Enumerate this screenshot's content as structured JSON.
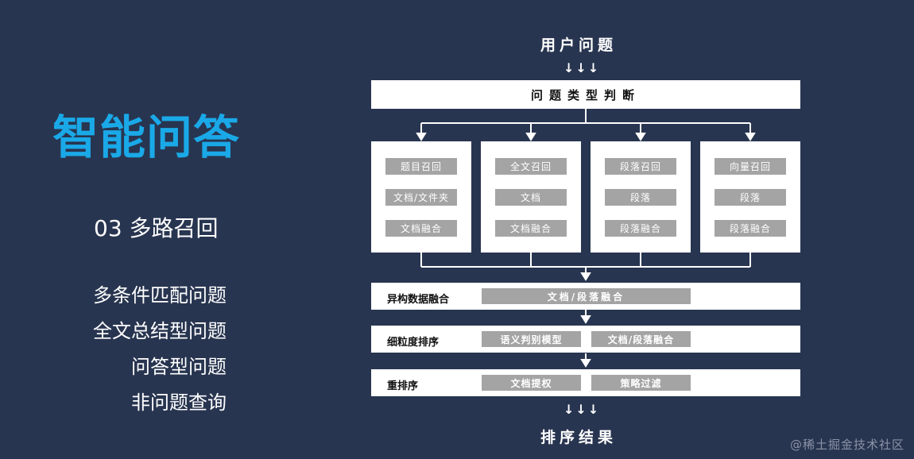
{
  "left": {
    "title": "智能问答",
    "subtitle": "03 多路召回",
    "items": [
      "多条件匹配问题",
      "全文总结型问题",
      "问答型问题",
      "非问题查询"
    ]
  },
  "diagram": {
    "top_label": "用户问题",
    "arrow_glyphs": "↓↓↓",
    "judge_label": "问题类型判断",
    "cards": [
      {
        "steps": [
          "题目召回",
          "文档/文件夹",
          "文档融合"
        ]
      },
      {
        "steps": [
          "全文召回",
          "文档",
          "文档融合"
        ]
      },
      {
        "steps": [
          "段落召回",
          "段落",
          "段落融合"
        ]
      },
      {
        "steps": [
          "向量召回",
          "段落",
          "段落融合"
        ]
      }
    ],
    "fusion_row": {
      "label": "异构数据融合",
      "boxes": [
        "文档/段落融合"
      ]
    },
    "finegrain_row": {
      "label": "细粒度排序",
      "boxes": [
        "语义判别模型",
        "文档/段落融合"
      ]
    },
    "rerank_row": {
      "label": "重排序",
      "boxes": [
        "文档提权",
        "策略过滤"
      ]
    },
    "bottom_label": "排序结果"
  },
  "watermark": "@稀土掘金技术社区",
  "colors": {
    "background": "#283550",
    "title": "#1aa9e8",
    "box_gray": "#a4a4a4"
  }
}
